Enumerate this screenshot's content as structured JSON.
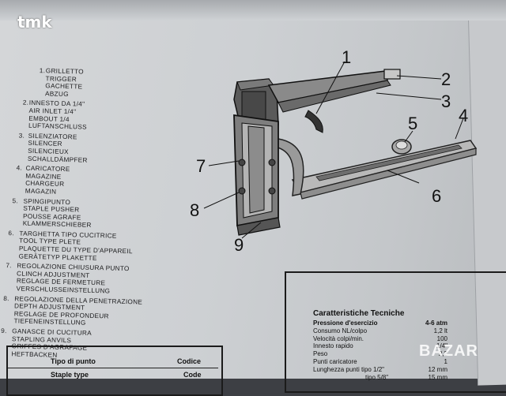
{
  "watermark": "tmk",
  "parts": [
    {
      "num": "1.",
      "lines": [
        "GRILLETTO",
        "TRIGGER",
        "GACHETTE",
        "ABZUG"
      ]
    },
    {
      "num": "2.",
      "lines": [
        "INNESTO DA 1/4\"",
        "AIR INLET 1/4\"",
        "EMBOUT 1/4",
        "LUFTANSCHLUß"
      ]
    },
    {
      "num": "3.",
      "lines": [
        "SILENZIATORE",
        "SILENCER",
        "SILENCIEUX",
        "SCHALLDÄMPFER"
      ]
    },
    {
      "num": "4.",
      "lines": [
        "CARICATORE",
        "MAGAZINE",
        "CHARGEUR",
        "MAGAZIN"
      ]
    },
    {
      "num": "5.",
      "lines": [
        "SPINGIPUNTO",
        "STAPLE PUSHER",
        "POUSSE AGRAFE",
        "KLAMMERSCHIEBER"
      ]
    },
    {
      "num": "6.",
      "lines": [
        "TARGHETTA TIPO CUCITRICE",
        "TOOL TYPE PLETE",
        "PLAQUETTE DU TYPE D'APPAREIL",
        "GERÄTETYP PLAKETTE"
      ]
    },
    {
      "num": "7.",
      "lines": [
        "REGOLAZIONE CHIUSURA PUNTO",
        "CLINCH ADJUSTMENT",
        "REGLAGE DE FERMETURE",
        "VERSCHLUSSEINSTELLUNG"
      ]
    },
    {
      "num": "8.",
      "lines": [
        "REGOLAZIONE DELLA PENETRAZIONE",
        "DEPTH ADJUSTMENT",
        "REGLAGE DE PROFONDEUR",
        "TIEFENEINSTELLUNG"
      ]
    },
    {
      "num": "9.",
      "lines": [
        "GANASCE DI CUCITURA",
        "STAPLING ANVILS",
        "GRIFFES D'AGRAFAGE",
        "HEFTBACKEN"
      ]
    }
  ],
  "callouts": [
    "1",
    "2",
    "3",
    "4",
    "5",
    "6",
    "7",
    "8",
    "9"
  ],
  "specs": {
    "title": "Caratteristiche Tecniche",
    "rows": [
      {
        "k": "Pressione d'esercizio",
        "v": "4-6 atm",
        "style": "bold"
      },
      {
        "k": "Consumo NL/colpo",
        "v": "1,2 lt",
        "style": ""
      },
      {
        "k": "Velocità colpi/min.",
        "v": "100",
        "style": ""
      },
      {
        "k": "Innesto rapido",
        "v": "1/4\"",
        "style": ""
      },
      {
        "k": "Peso",
        "v": "2,2",
        "style": ""
      },
      {
        "k": "Punti caricatore",
        "v": "1",
        "style": ""
      },
      {
        "k": "Lunghezza punti tipo 1/2\"",
        "v": "12 mm",
        "style": ""
      },
      {
        "k": "tipo 5/8\"",
        "v": "15 mm",
        "style": "sub"
      }
    ]
  },
  "code_table": {
    "col1": "Tipo di punto",
    "col2": "Codice",
    "row1": "Staple type",
    "row2": "Code"
  },
  "logo": "BAZAR"
}
